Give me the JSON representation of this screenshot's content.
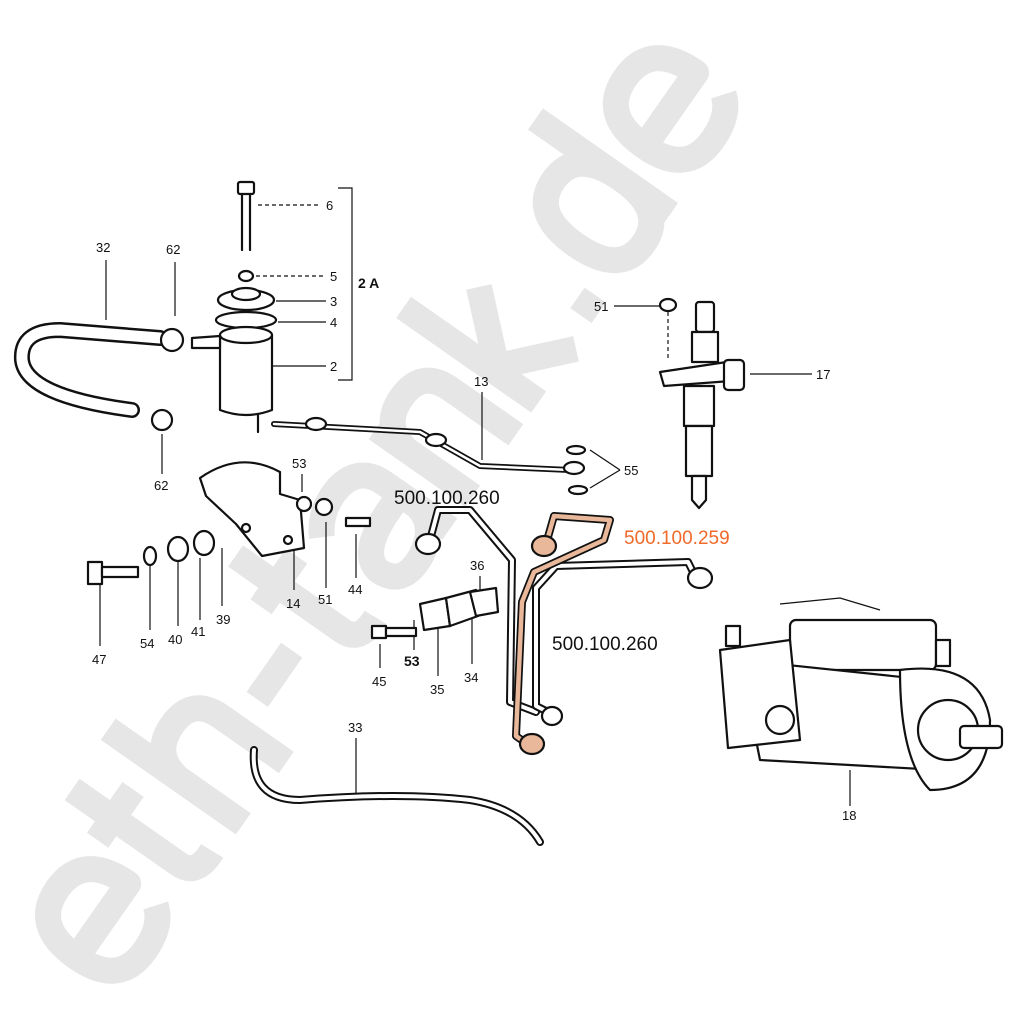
{
  "watermark": "eth-tank.de",
  "highlight_color": "#f06a2a",
  "part_numbers": {
    "pipe_a": "500.100.260",
    "pipe_b": "500.100.260",
    "pipe_highlighted": "500.100.259"
  },
  "callouts": {
    "c6": "6",
    "c5": "5",
    "c3": "3",
    "c4": "4",
    "c2": "2",
    "c2a": "2 A",
    "c32": "32",
    "c62a": "62",
    "c62b": "62",
    "c13": "13",
    "c55": "55",
    "c51a": "51",
    "c17": "17",
    "c53a": "53",
    "c36": "36",
    "c47": "47",
    "c54": "54",
    "c40": "40",
    "c41": "41",
    "c39": "39",
    "c14": "14",
    "c51b": "51",
    "c44": "44",
    "c45": "45",
    "c53b": "53",
    "c35": "35",
    "c34": "34",
    "c33": "33",
    "c18": "18"
  }
}
